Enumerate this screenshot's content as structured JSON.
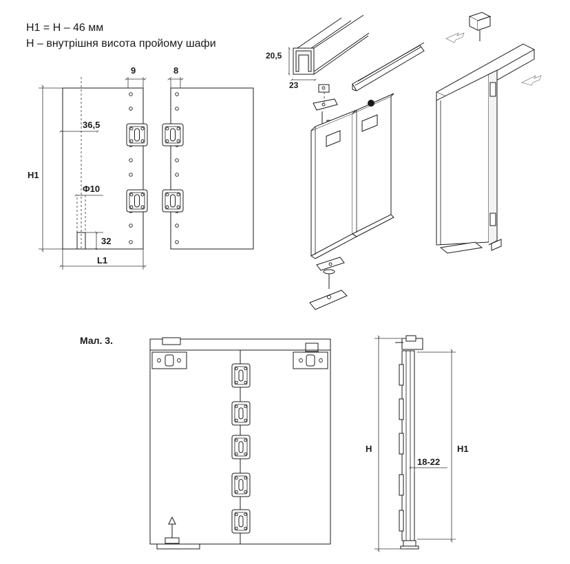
{
  "formula": {
    "line1": "H1 = H – 46 мм",
    "line2": "H – внутрішня висота пройому шафи"
  },
  "figure_label": "Мал. 3.",
  "dimensions": {
    "d9": "9",
    "d8": "8",
    "d36_5": "36,5",
    "dH1_left": "H1",
    "dPhi10": "Φ10",
    "d32": "32",
    "dL1": "L1",
    "d20_5": "20,5",
    "d23": "23",
    "dH_right": "H",
    "dH1_right": "H1",
    "d18_22": "18-22"
  }
}
